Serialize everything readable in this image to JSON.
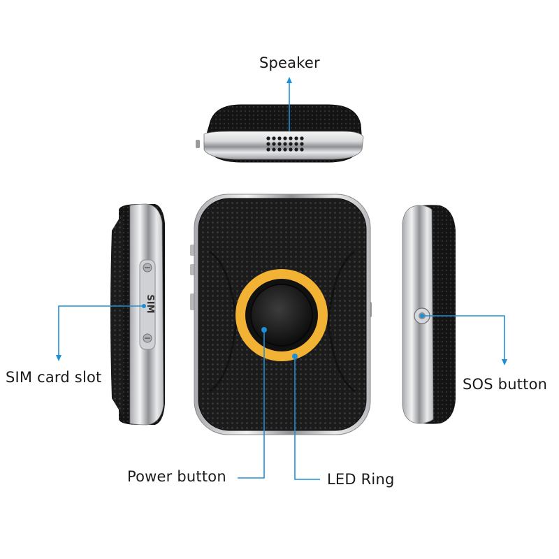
{
  "callouts": {
    "speaker": "Speaker",
    "sim_card_slot": "SIM card slot",
    "sos_button": "SOS button",
    "power_button": "Power button",
    "led_ring": "LED Ring"
  },
  "device": {
    "sim_engraving": "SIM"
  },
  "colors": {
    "callout_line": "#1e8fd6",
    "led_ring": "#f2b233",
    "body_black": "#151515",
    "chrome": "#c8cacd"
  }
}
